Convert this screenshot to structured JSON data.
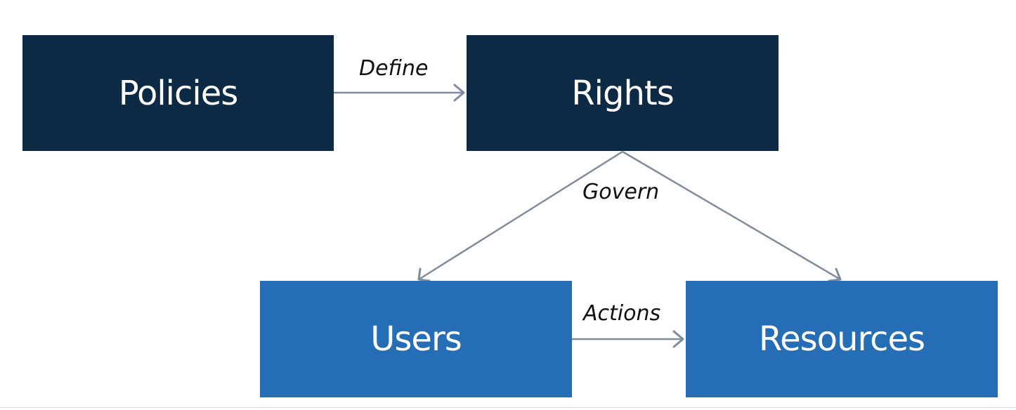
{
  "nodes": {
    "policies": "Policies",
    "rights": "Rights",
    "users": "Users",
    "resources": "Resources"
  },
  "edges": {
    "define": "Define",
    "govern": "Govern",
    "actions": "Actions"
  },
  "colors": {
    "dark_node": "#0d2a45",
    "blue_node": "#256eb5",
    "arrow": "#7f8c9e",
    "node_text": "#ffffff"
  }
}
